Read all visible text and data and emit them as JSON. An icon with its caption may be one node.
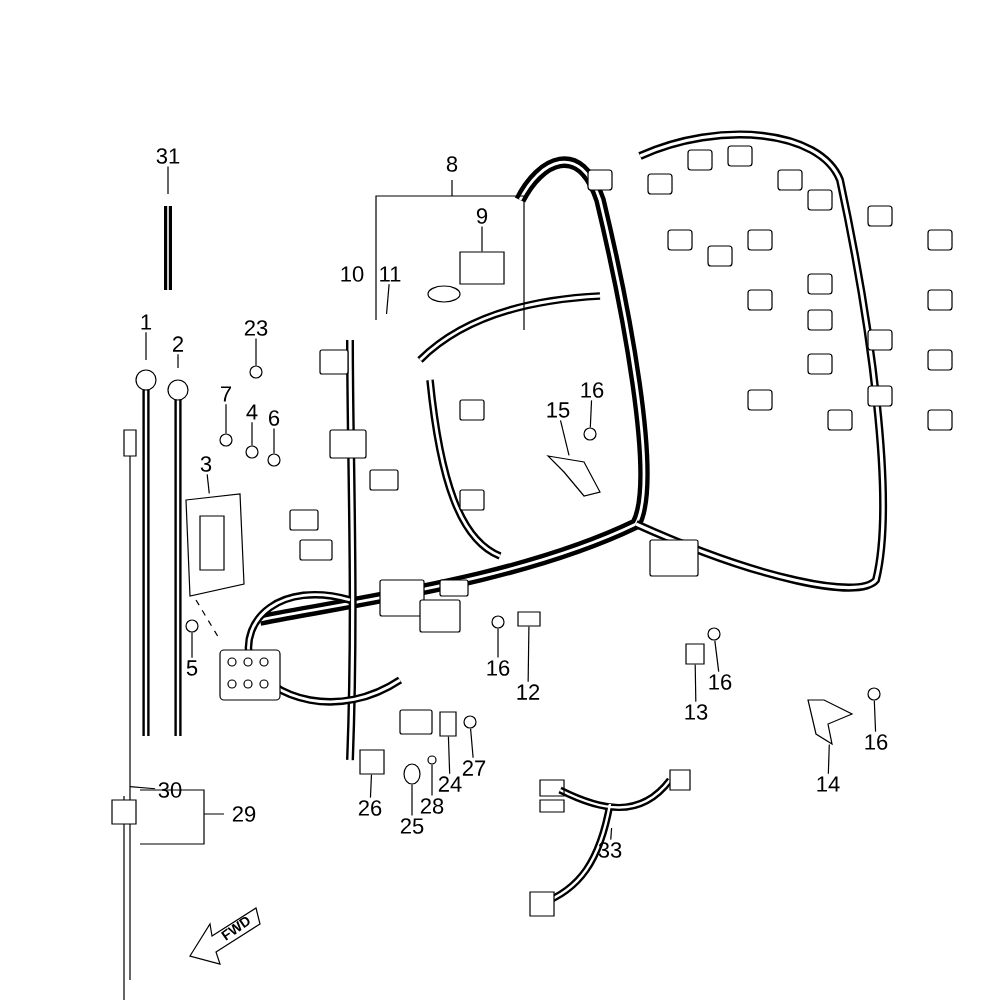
{
  "diagram": {
    "nodes": [
      {
        "text": [
          "31"
        ]
      },
      {
        "text": [
          "9"
        ]
      },
      {
        "text": [
          "11"
        ]
      },
      {
        "text": [
          "1"
        ]
      },
      {
        "text": [
          "23"
        ]
      },
      {
        "text": [
          "2"
        ]
      },
      {
        "text": [
          "7"
        ]
      },
      {
        "text": [
          "4"
        ]
      },
      {
        "text": [
          "6"
        ]
      },
      {
        "text": [
          "16"
        ]
      },
      {
        "text": [
          "15"
        ]
      },
      {
        "text": [
          "3"
        ]
      },
      {
        "text": [
          "5"
        ]
      },
      {
        "text": [
          "16"
        ]
      },
      {
        "text": [
          "12"
        ]
      },
      {
        "text": [
          "16"
        ]
      },
      {
        "text": [
          "13"
        ]
      },
      {
        "text": [
          "16"
        ]
      },
      {
        "text": [
          "27"
        ]
      },
      {
        "text": [
          "24"
        ]
      },
      {
        "text": [
          "14"
        ]
      },
      {
        "text": [
          "30"
        ]
      },
      {
        "text": [
          "28"
        ]
      },
      {
        "text": [
          "26"
        ]
      },
      {
        "text": [
          "25"
        ]
      },
      {
        "text": [
          "33"
        ]
      },
      {
        "text": [],
        "shape": "box"
      },
      {
        "text": [],
        "shape": "circle"
      },
      {
        "text": [],
        "shape": "circle"
      },
      {
        "text": [],
        "shape": "circle"
      },
      {
        "text": [],
        "shape": "circle"
      },
      {
        "text": [],
        "shape": "circle"
      },
      {
        "text": [],
        "shape": "circle"
      },
      {
        "text": [],
        "shape": "circle"
      },
      {
        "text": [],
        "shape": "box"
      },
      {
        "text": [],
        "shape": "circle"
      },
      {
        "text": [],
        "shape": "box"
      },
      {
        "text": [],
        "shape": "circle"
      },
      {
        "text": [],
        "shape": "circle"
      },
      {
        "text": [],
        "shape": "box"
      },
      {
        "text": [],
        "shape": "circle"
      },
      {
        "text": [],
        "shape": "box"
      },
      {
        "text": [],
        "shape": "circle"
      },
      {
        "text": [],
        "shape": "picture"
      },
      {
        "text": [],
        "shape": "picture"
      },
      {
        "text": [],
        "shape": "picture"
      }
    ],
    "edges": [
      {
        "from": 0,
        "to": null,
        "arrow": "none"
      },
      {
        "from": 1,
        "to": 26,
        "arrow": "none"
      },
      {
        "from": 2,
        "to": null,
        "arrow": "none"
      },
      {
        "from": 3,
        "to": null,
        "arrow": "none"
      },
      {
        "from": 4,
        "to": 27,
        "arrow": "none"
      },
      {
        "from": 5,
        "to": null,
        "arrow": "none"
      },
      {
        "from": 6,
        "to": 28,
        "arrow": "none"
      },
      {
        "from": 7,
        "to": 29,
        "arrow": "none"
      },
      {
        "from": 8,
        "to": 30,
        "arrow": "none"
      },
      {
        "from": 9,
        "to": 31,
        "arrow": "none"
      },
      {
        "from": 10,
        "to": 43,
        "arrow": "none"
      },
      {
        "from": 11,
        "to": 45,
        "arrow": "none"
      },
      {
        "from": 12,
        "to": 32,
        "arrow": "none"
      },
      {
        "from": 13,
        "to": 33,
        "arrow": "none"
      },
      {
        "from": 14,
        "to": 34,
        "arrow": "none"
      },
      {
        "from": 15,
        "to": 35,
        "arrow": "none"
      },
      {
        "from": 16,
        "to": 36,
        "arrow": "none"
      },
      {
        "from": 17,
        "to": 37,
        "arrow": "none"
      },
      {
        "from": 18,
        "to": 38,
        "arrow": "none"
      },
      {
        "from": 19,
        "to": 39,
        "arrow": "none"
      },
      {
        "from": 20,
        "to": 44,
        "arrow": "none"
      },
      {
        "from": 21,
        "to": null,
        "arrow": "none"
      },
      {
        "from": 22,
        "to": 40,
        "arrow": "none"
      },
      {
        "from": 23,
        "to": 41,
        "arrow": "none"
      },
      {
        "from": 24,
        "to": 42,
        "arrow": "none"
      },
      {
        "from": 25,
        "to": null,
        "arrow": "none"
      }
    ],
    "labels": [
      "8",
      "10",
      "29",
      "FWD"
    ]
  }
}
